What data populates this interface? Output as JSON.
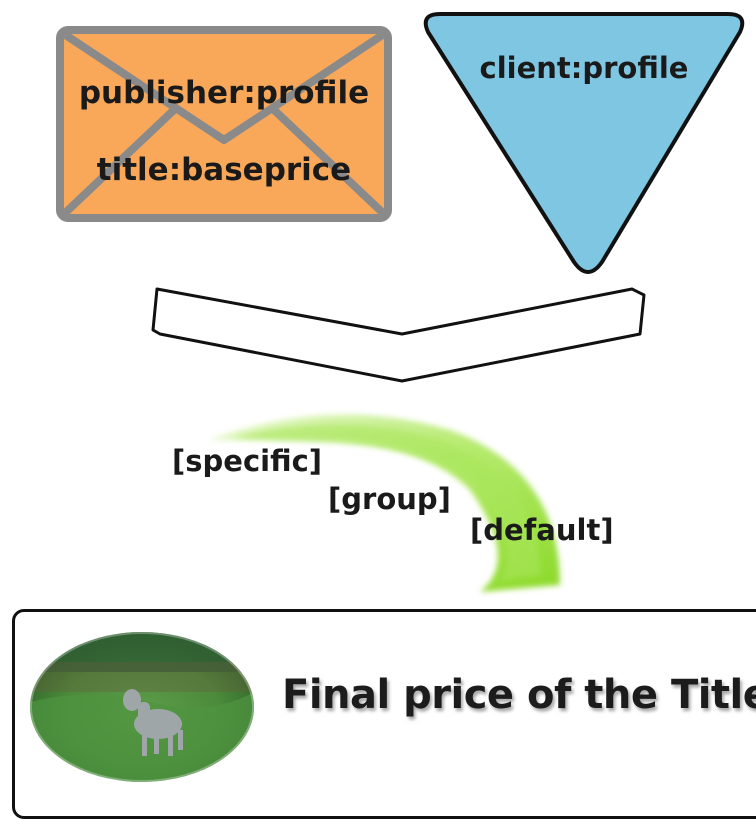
{
  "envelope": {
    "line1": "publisher:profile",
    "line2": "title:baseprice",
    "fill": "#f9a85a",
    "stroke": "#8a8a8a"
  },
  "triangle": {
    "label": "client:profile",
    "fill": "#7ec6e2",
    "stroke": "#111111"
  },
  "chevron": {
    "fill": "#ffffff",
    "stroke": "#111111"
  },
  "precedence": {
    "items": [
      "[specific]",
      "[group]",
      "[default]"
    ],
    "swoosh_color": "#9be24a"
  },
  "result": {
    "title": "Final price of the Title",
    "image_icon": "dog-in-grass-photo"
  }
}
